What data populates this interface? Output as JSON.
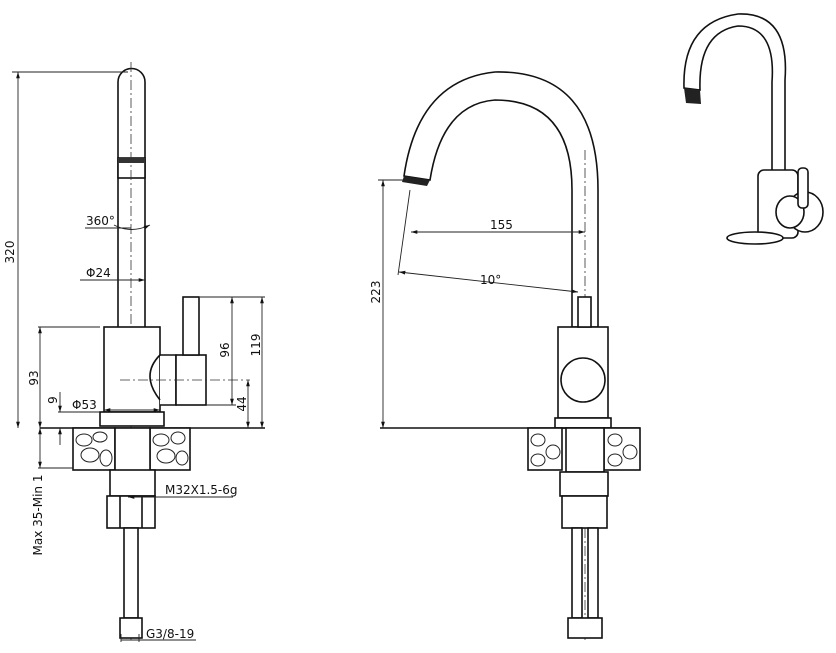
{
  "title": "Kitchen faucet dimension drawing",
  "side_view": {
    "height_total": "320",
    "rotation": "360°",
    "spout_diameter": "Φ24",
    "handle_height": "96",
    "handle_top_height": "119",
    "body_height": "93",
    "flange_height": "9",
    "base_diameter": "Φ53",
    "handle_axis_height": "44",
    "counter_thickness": "Max 35-Min 1",
    "thread": "M32X1.5-6g",
    "hose_thread": "G3/8-19"
  },
  "front_view": {
    "reach": "155",
    "spout_height": "223",
    "tilt_angle": "10°"
  },
  "colors": {
    "line": "#111111",
    "background": "#ffffff"
  }
}
